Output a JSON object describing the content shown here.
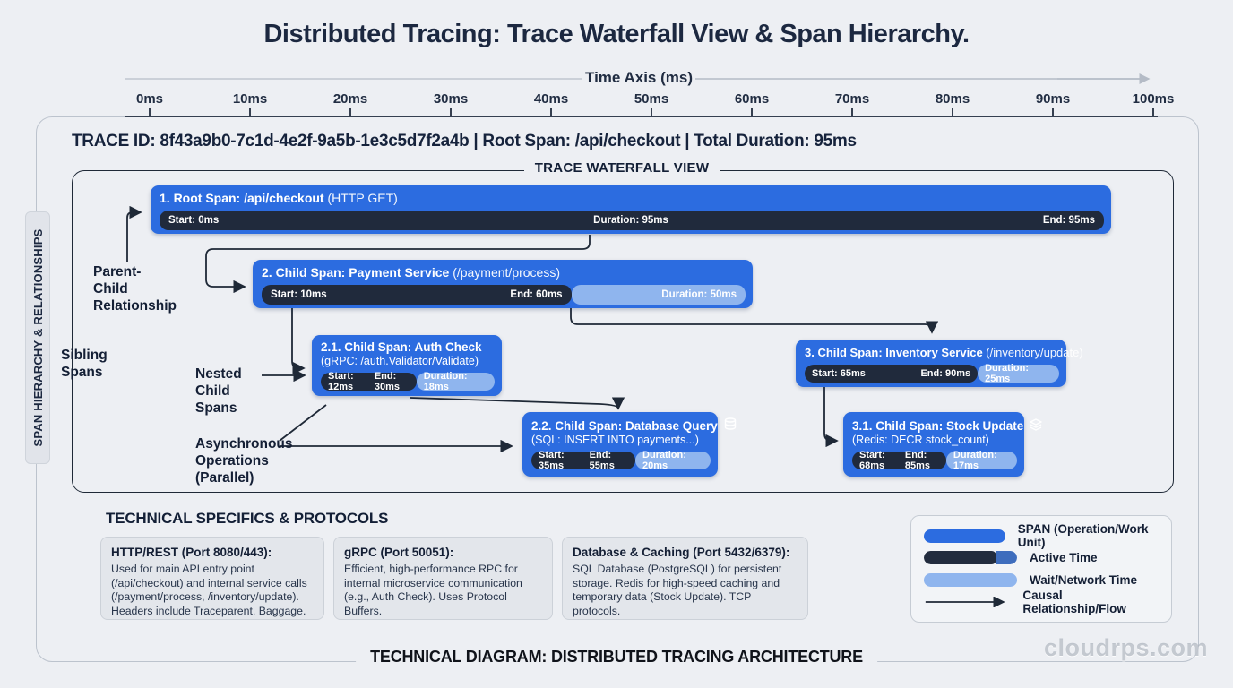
{
  "title": "Distributed Tracing: Trace Waterfall View & Span Hierarchy.",
  "time_axis": {
    "label": "Time Axis (ms)",
    "ticks": [
      "0ms",
      "10ms",
      "20ms",
      "30ms",
      "40ms",
      "50ms",
      "60ms",
      "70ms",
      "80ms",
      "90ms",
      "100ms"
    ]
  },
  "trace_info": "TRACE ID: 8f43a9b0-7c1d-4e2f-9a5b-1e3c5d7f2a4b | Root Span: /api/checkout | Total Duration: 95ms",
  "waterfall": {
    "title": "TRACE WATERFALL VIEW",
    "side_label": "SPAN HIERARCHY & RELATIONSHIPS",
    "spans": {
      "root": {
        "title": "1. Root Span: /api/checkout",
        "detail": "(HTTP GET)",
        "start": "Start: 0ms",
        "duration": "Duration: 95ms",
        "end": "End: 95ms"
      },
      "payment": {
        "title": "2. Child Span: Payment Service",
        "detail": "(/payment/process)",
        "start": "Start: 10ms",
        "end": "End: 60ms",
        "duration": "Duration: 50ms"
      },
      "auth": {
        "title": "2.1. Child Span: Auth Check",
        "detail": "(gRPC: /auth.Validator/Validate)",
        "start": "Start: 12ms",
        "end": "End: 30ms",
        "duration": "Duration: 18ms"
      },
      "inventory": {
        "title": "3. Child Span: Inventory Service",
        "detail": "(/inventory/update)",
        "start": "Start: 65ms",
        "end": "End: 90ms",
        "duration": "Duration: 25ms"
      },
      "db": {
        "title": "2.2. Child Span: Database Query",
        "detail": "(SQL: INSERT INTO payments...)",
        "start": "Start: 35ms",
        "end": "End: 55ms",
        "duration": "Duration: 20ms",
        "icon": "database-icon"
      },
      "stock": {
        "title": "3.1. Child Span: Stock Update",
        "detail": "(Redis: DECR stock_count)",
        "start": "Start: 68ms",
        "end": "End: 85ms",
        "duration": "Duration: 17ms",
        "icon": "layers-icon"
      }
    },
    "annotations": {
      "parent_child": "Parent-Child Relationship",
      "sibling": "Sibling Spans",
      "nested": "Nested Child Spans",
      "async": "Asynchronous Operations (Parallel)"
    }
  },
  "tech": {
    "header": "TECHNICAL SPECIFICS & PROTOCOLS",
    "boxes": [
      {
        "title": "HTTP/REST (Port 8080/443):",
        "body": "Used for main API entry point (/api/checkout) and internal service calls (/payment/process, /inventory/update). Headers include Traceparent, Baggage."
      },
      {
        "title": "gRPC (Port 50051):",
        "body": "Efficient, high-performance RPC for internal microservice communication (e.g., Auth Check). Uses Protocol Buffers."
      },
      {
        "title": "Database & Caching (Port 5432/6379):",
        "body": "SQL Database (PostgreSQL) for persistent storage. Redis for high-speed caching and temporary data (Stock Update). TCP protocols."
      }
    ]
  },
  "legend": {
    "items": [
      "SPAN (Operation/Work Unit)",
      "Active Time",
      "Wait/Network Time",
      "Causal Relationship/Flow"
    ]
  },
  "footer": {
    "caption": "TECHNICAL DIAGRAM: DISTRIBUTED TRACING ARCHITECTURE",
    "watermark": "cloudrps.com"
  },
  "colors": {
    "span_blue": "#2c6ce0",
    "active_dark": "#202a3c",
    "wait_light": "#8fb5ee"
  }
}
